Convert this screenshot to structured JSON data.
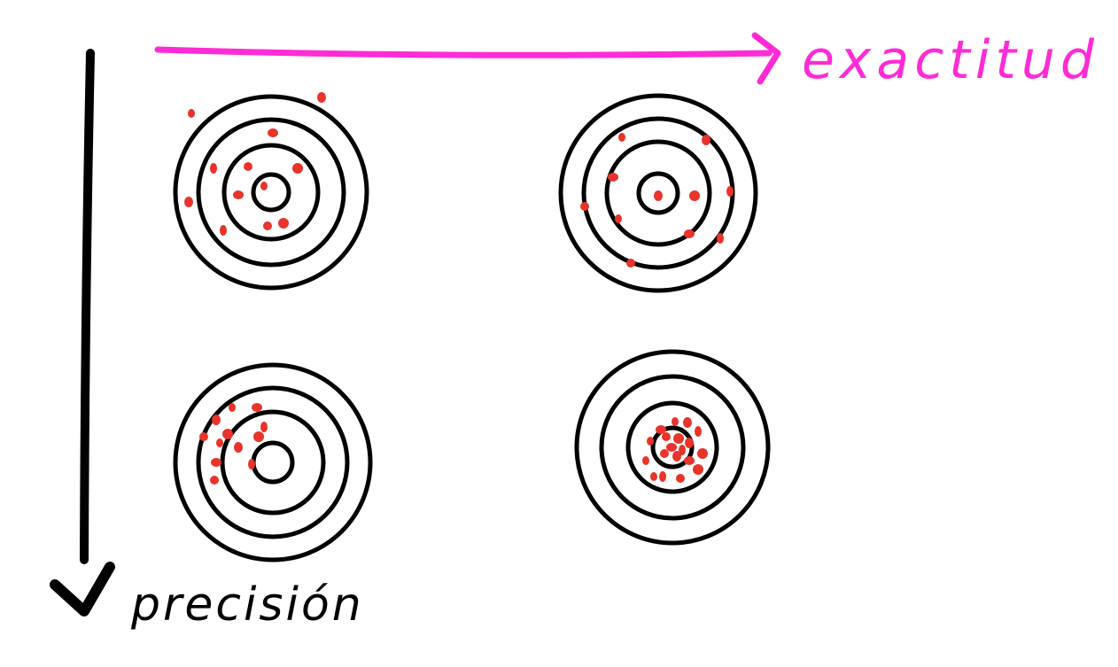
{
  "labels": {
    "x_axis": "exactitud",
    "y_axis": "precisión"
  },
  "colors": {
    "x_axis": "#ff2bd6",
    "y_axis": "#000000",
    "ring": "#000000",
    "shot": "#e8342b",
    "background": "#ffffff"
  },
  "targets": [
    {
      "id": "top-left",
      "accuracy": "low",
      "precision": "low"
    },
    {
      "id": "top-right",
      "accuracy": "high",
      "precision": "low"
    },
    {
      "id": "bottom-left",
      "accuracy": "low",
      "precision": "high"
    },
    {
      "id": "bottom-right",
      "accuracy": "high",
      "precision": "high"
    }
  ]
}
